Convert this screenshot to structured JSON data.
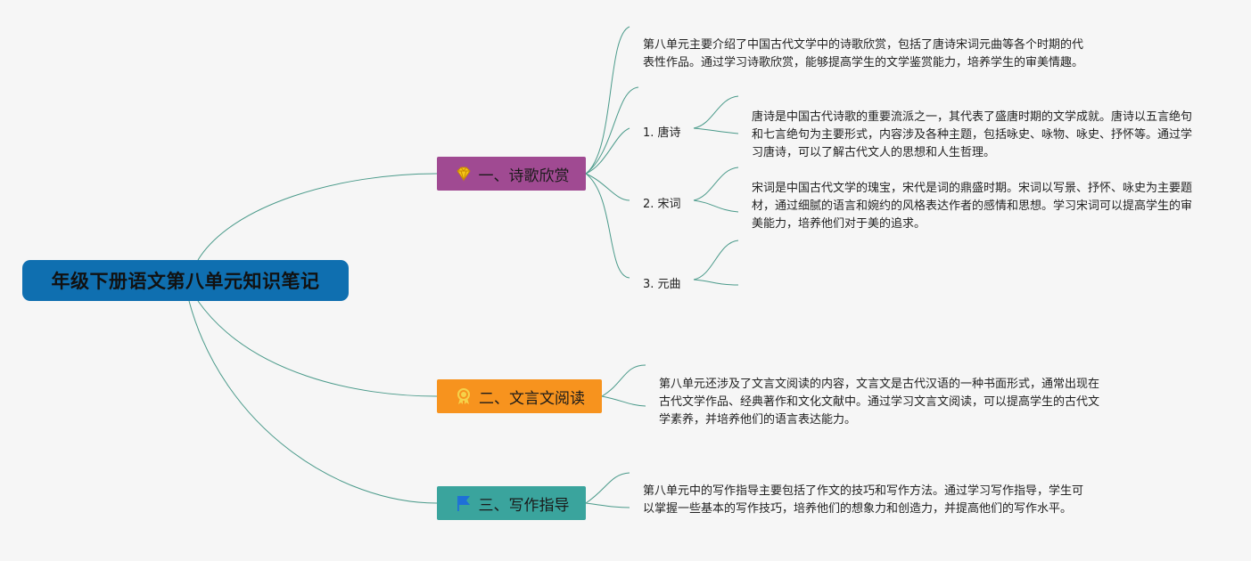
{
  "root": {
    "title": "年级下册语文第八单元知识笔记"
  },
  "branches": [
    {
      "label": "一、诗歌欣赏",
      "icon": "diamond-icon",
      "color": "#a04a92",
      "text": "第八单元主要介绍了中国古代文学中的诗歌欣赏，包括了唐诗宋词元曲等各个时期的代表性作品。通过学习诗歌欣赏，能够提高学生的文学鉴赏能力，培养学生的审美情趣。",
      "subtopics": [
        {
          "label": "1. 唐诗",
          "text": "唐诗是中国古代诗歌的重要流派之一，其代表了盛唐时期的文学成就。唐诗以五言绝句和七言绝句为主要形式，内容涉及各种主题，包括咏史、咏物、咏史、抒怀等。通过学习唐诗，可以了解古代文人的思想和人生哲理。"
        },
        {
          "label": "2. 宋词",
          "text": "宋词是中国古代文学的瑰宝，宋代是词的鼎盛时期。宋词以写景、抒怀、咏史为主要题材，通过细腻的语言和婉约的风格表达作者的感情和思想。学习宋词可以提高学生的审美能力，培养他们对于美的追求。"
        },
        {
          "label": "3. 元曲",
          "text": ""
        }
      ]
    },
    {
      "label": "二、文言文阅读",
      "icon": "award-ribbon-icon",
      "color": "#f7931e",
      "text": "第八单元还涉及了文言文阅读的内容，文言文是古代汉语的一种书面形式，通常出现在古代文学作品、经典著作和文化文献中。通过学习文言文阅读，可以提高学生的古代文学素养，并培养他们的语言表达能力。"
    },
    {
      "label": "三、写作指导",
      "icon": "flag-icon",
      "color": "#3aa49d",
      "text": "第八单元中的写作指导主要包括了作文的技巧和写作方法。通过学习写作指导，学生可以掌握一些基本的写作技巧，培养他们的想象力和创造力，并提高他们的写作水平。"
    }
  ]
}
